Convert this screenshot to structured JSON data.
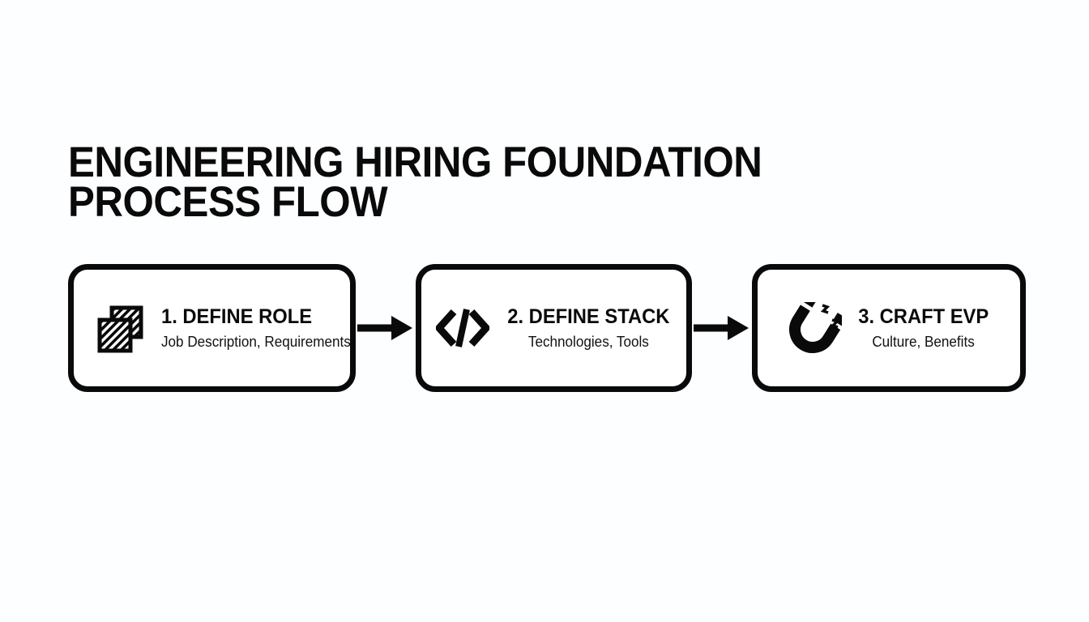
{
  "page": {
    "background_color": "#fdfeff",
    "ink_color": "#0a0a0a"
  },
  "title": {
    "line1": "ENGINEERING HIRING FOUNDATION",
    "line2": "PROCESS FLOW"
  },
  "flow": {
    "steps": [
      {
        "icon": "stacked-documents-icon",
        "title": "1. DEFINE ROLE",
        "subtitle": "Job Description, Requirements"
      },
      {
        "icon": "code-brackets-icon",
        "title": "2. DEFINE STACK",
        "subtitle": "Technologies, Tools"
      },
      {
        "icon": "magnet-icon",
        "title": "3. CRAFT EVP",
        "subtitle": "Culture, Benefits"
      }
    ],
    "connectors": [
      {
        "name": "arrow-right-icon"
      },
      {
        "name": "arrow-right-icon"
      }
    ]
  }
}
